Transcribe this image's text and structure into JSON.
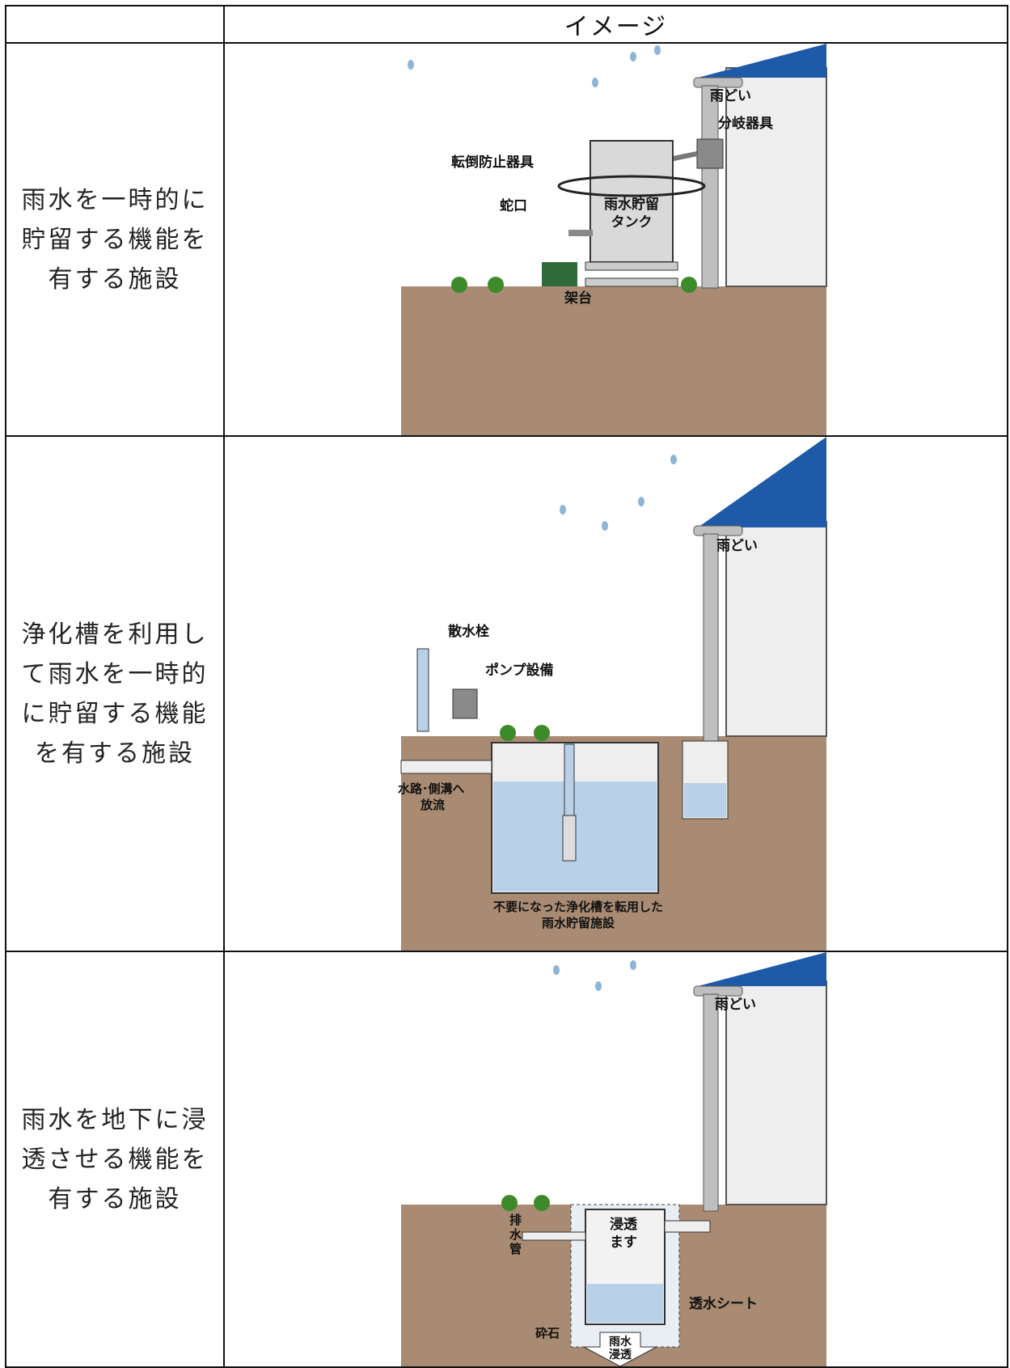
{
  "table": {
    "header_left": "",
    "header_image": "イメージ"
  },
  "rows": [
    {
      "label_lines": [
        "雨水を一時的に",
        "貯留する機能を",
        "有する施設"
      ],
      "callouts": {
        "gutter": "雨どい",
        "diverter": "分岐器具",
        "anti_tip": "転倒防止器具",
        "faucet": "蛇口",
        "tank_line1": "雨水貯留",
        "tank_line2": "タンク",
        "stand": "架台"
      }
    },
    {
      "label_lines": [
        "浄化槽を利用し",
        "て雨水を一時的",
        "に貯留する機能",
        "を有する施設"
      ],
      "callouts": {
        "gutter": "雨どい",
        "sprinkler": "散水栓",
        "pump": "ポンプ設備",
        "discharge_line1": "水路･側溝へ",
        "discharge_line2": "放流",
        "caption_line1": "不要になった浄化槽を転用した",
        "caption_line2": "雨水貯留施設"
      }
    },
    {
      "label_lines": [
        "雨水を地下に浸",
        "透させる機能を",
        "有する施設"
      ],
      "callouts": {
        "gutter": "雨どい",
        "drain_pipe_chars": [
          "排",
          "水",
          "管"
        ],
        "basin_line1": "浸透",
        "basin_line2": "ます",
        "sheet": "透水シート",
        "gravel": "砕石",
        "infiltration_line1": "雨水",
        "infiltration_line2": "浸透"
      }
    }
  ],
  "colors": {
    "soil": "#a88b72",
    "roof": "#1e5aa8",
    "wall": "#eeeeee",
    "water": "#b8d0e8",
    "raindrop": "#8fb4d6",
    "plant": "#3d8a2a",
    "tank": "#d9d9d9",
    "watering_can": "#2f6b3a"
  }
}
